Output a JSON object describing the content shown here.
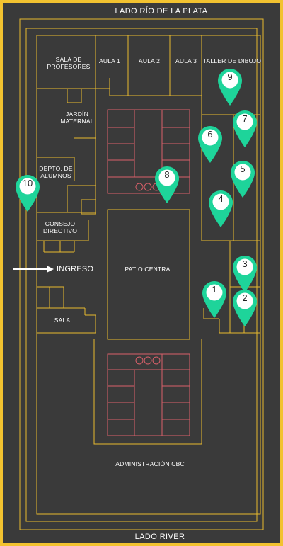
{
  "colors": {
    "background": "#3a3a3a",
    "frame": "#f2c230",
    "walls": "#e8b92e",
    "furniture": "#d9606a",
    "pin": "#1ed49a",
    "arrow": "#ffffff"
  },
  "labels": {
    "north": "LADO RÍO DE LA PLATA",
    "south": "LADO RIVER",
    "sala_profesores": "SALA DE\nPROFESORES",
    "aula1": "AULA 1",
    "aula2": "AULA 2",
    "aula3": "AULA 3",
    "taller": "TALLER DE DIBUJO",
    "jardin": "JARDÍN\nMATERNAL",
    "depto": "DEPTO. DE\nALUMNOS",
    "consejo": "CONSEJO\nDIRECTIVO",
    "ingreso": "INGRESO",
    "patio": "PATIO CENTRAL",
    "sala": "SALA",
    "admin": "ADMINISTRACIÓN CBC"
  },
  "markers": [
    {
      "id": "1",
      "label": "1"
    },
    {
      "id": "2",
      "label": "2"
    },
    {
      "id": "3",
      "label": "3"
    },
    {
      "id": "4",
      "label": "4"
    },
    {
      "id": "5",
      "label": "5"
    },
    {
      "id": "6",
      "label": "6"
    },
    {
      "id": "7",
      "label": "7"
    },
    {
      "id": "8",
      "label": "8"
    },
    {
      "id": "9",
      "label": "9"
    },
    {
      "id": "10",
      "label": "10"
    }
  ]
}
